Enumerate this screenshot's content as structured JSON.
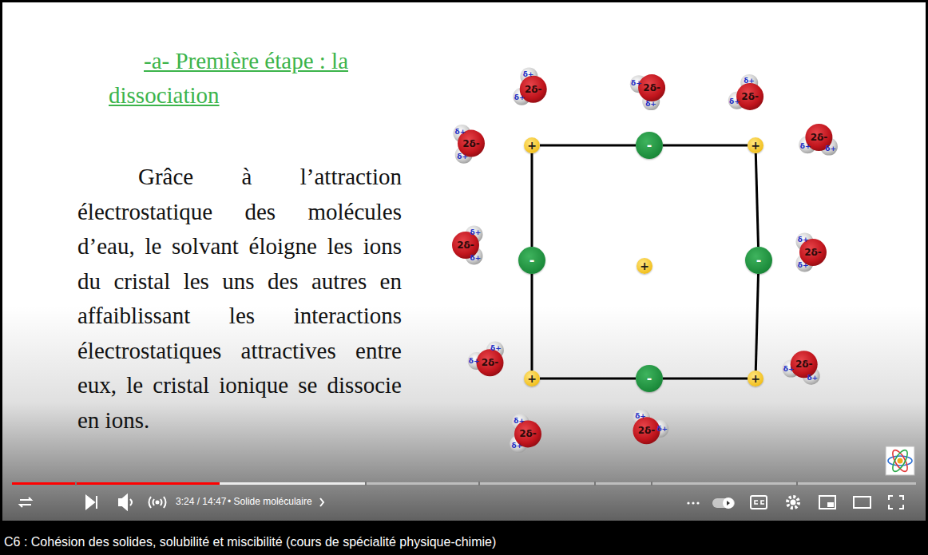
{
  "diagram": {
    "title": "-a- Première étape : la dissociation",
    "caption": "C6 : Cohésion des solides, solubilité et miscibilité (cours de spécialité physique-chimie)",
    "nodes": [
      {
        "text": [
          "2δ-",
          "δ+",
          "δ+"
        ]
      },
      {
        "text": [
          "2δ-",
          "δ+",
          "δ+"
        ]
      },
      {
        "text": [
          "2δ-",
          "δ+",
          "δ+"
        ]
      },
      {
        "text": [
          "2δ-",
          "δ+",
          "δ+"
        ]
      },
      {
        "text": [
          "+"
        ]
      },
      {
        "text": [
          "-"
        ]
      },
      {
        "text": [
          "+"
        ]
      },
      {
        "text": [
          "2δ-",
          "δ+",
          "δ+"
        ]
      },
      {
        "text": [
          "2δ-",
          "δ+",
          "δ+"
        ]
      },
      {
        "text": [
          "-"
        ]
      },
      {
        "text": [
          "+"
        ]
      },
      {
        "text": [
          "-"
        ]
      },
      {
        "text": [
          "2δ-",
          "δ+",
          "δ+"
        ]
      },
      {
        "text": [
          "2δ-",
          "δ+",
          "δ+"
        ]
      },
      {
        "text": [
          "+"
        ]
      },
      {
        "text": [
          "-"
        ]
      },
      {
        "text": [
          "+"
        ]
      },
      {
        "text": [
          "2δ-",
          "δ+",
          "δ+"
        ]
      },
      {
        "text": [
          "2δ-",
          "δ+",
          "δ+"
        ]
      },
      {
        "text": [
          "2δ-",
          "δ+",
          "δ+"
        ]
      }
    ],
    "edges": [
      {
        "from": 4,
        "to": 5,
        "arrow": "none"
      },
      {
        "from": 5,
        "to": 6,
        "arrow": "none"
      },
      {
        "from": 6,
        "to": 11,
        "arrow": "none"
      },
      {
        "from": 11,
        "to": 16,
        "arrow": "none"
      },
      {
        "from": 16,
        "to": 15,
        "arrow": "none"
      },
      {
        "from": 15,
        "to": 14,
        "arrow": "none"
      },
      {
        "from": 14,
        "to": 9,
        "arrow": "none"
      },
      {
        "from": 9,
        "to": 4,
        "arrow": "none"
      }
    ],
    "labels": [
      "Grâce à l’attraction électrostatique des molécules d’eau, le solvant éloigne les ions du cristal les uns des autres en affaiblissant les interactions électrostatiques attractives entre eux, le cristal ionique se dissocie en ions.",
      "3:24 / 14:47",
      "• Solide moléculaire"
    ]
  }
}
